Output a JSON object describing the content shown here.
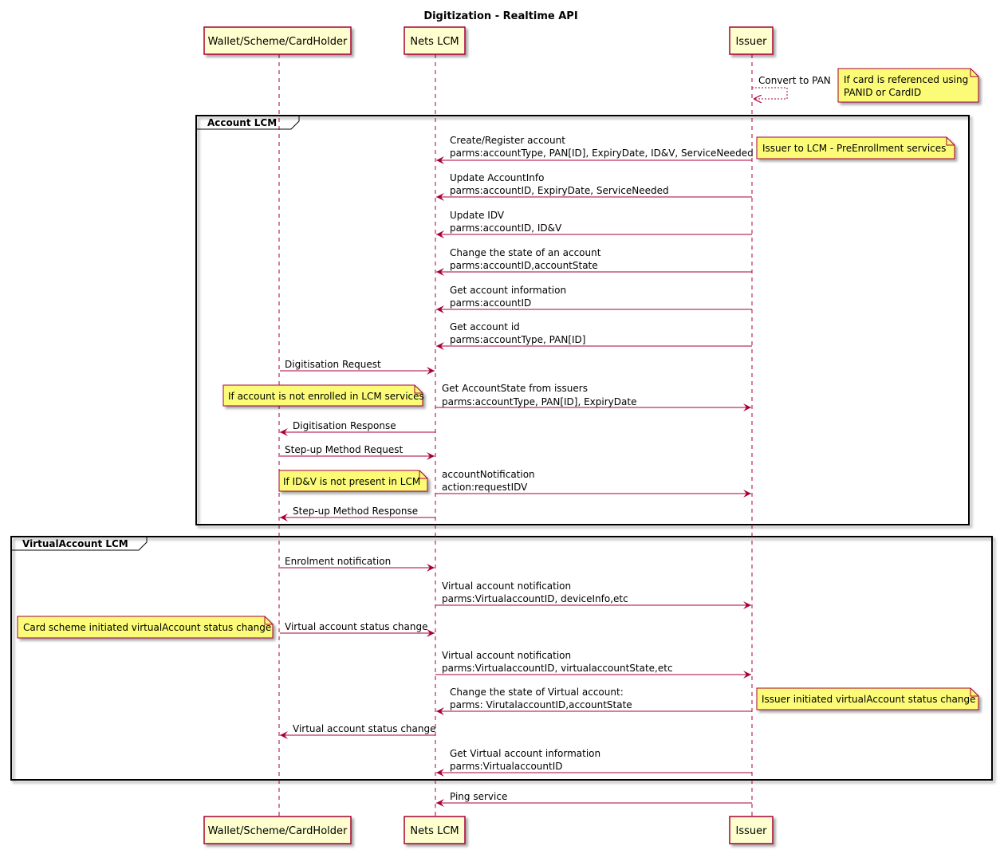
{
  "title": "Digitization - Realtime API",
  "participants": {
    "wallet": "Wallet/Scheme/CardHolder",
    "nets": "Nets LCM",
    "issuer": "Issuer"
  },
  "top": {
    "self_msg": "Convert to PAN",
    "note_line1": "If card is referenced using",
    "note_line2": "PANID or CardID"
  },
  "groups": {
    "account": "Account LCM",
    "virtual": "VirtualAccount LCM"
  },
  "account": {
    "m1_l1": "Create/Register account",
    "m1_l2": "parms:accountType, PAN[ID], ExpiryDate, ID&V, ServiceNeeded",
    "note1": "Issuer to LCM - PreEnrollment services",
    "m2_l1": "Update AccountInfo",
    "m2_l2": "parms:accountID, ExpiryDate, ServiceNeeded",
    "m3_l1": "Update IDV",
    "m3_l2": "parms:accountID, ID&V",
    "m4_l1": "Change the state of an account",
    "m4_l2": "parms:accountID,accountState",
    "m5_l1": "Get account information",
    "m5_l2": "parms:accountID",
    "m6_l1": "Get account id",
    "m6_l2": "parms:accountType, PAN[ID]",
    "m7": "Digitisation Request",
    "note2": "If account is not enrolled in LCM services",
    "m8_l1": "Get AccountState from issuers",
    "m8_l2": "parms:accountType, PAN[ID], ExpiryDate",
    "m9": "Digitisation Response",
    "m10": "Step-up Method Request",
    "note3": "If ID&V is not present in LCM",
    "m11_l1": "accountNotification",
    "m11_l2": "action:requestIDV",
    "m12": "Step-up Method Response"
  },
  "virtual": {
    "v1": "Enrolment notification",
    "v2_l1": "Virtual account notification",
    "v2_l2": "parms:VirtualaccountID, deviceInfo,etc",
    "note1": "Card scheme initiated virtualAccount status change",
    "v3": "Virtual account status change",
    "v4_l1": "Virtual account notification",
    "v4_l2": "parms:VirtualaccountID, virtualaccountState,etc",
    "v5_l1": "Change the state of Virtual account:",
    "v5_l2": "parms: VirutalaccountID,accountState",
    "note2": "Issuer initiated virtualAccount status change",
    "v6": "Virtual account status change",
    "v7_l1": "Get Virtual account information",
    "v7_l2": "parms:VirtualaccountID"
  },
  "ping": "Ping service",
  "colors": {
    "line": "#A80036",
    "participant_fill": "#FEFECE",
    "note_fill": "#FBFB77"
  }
}
